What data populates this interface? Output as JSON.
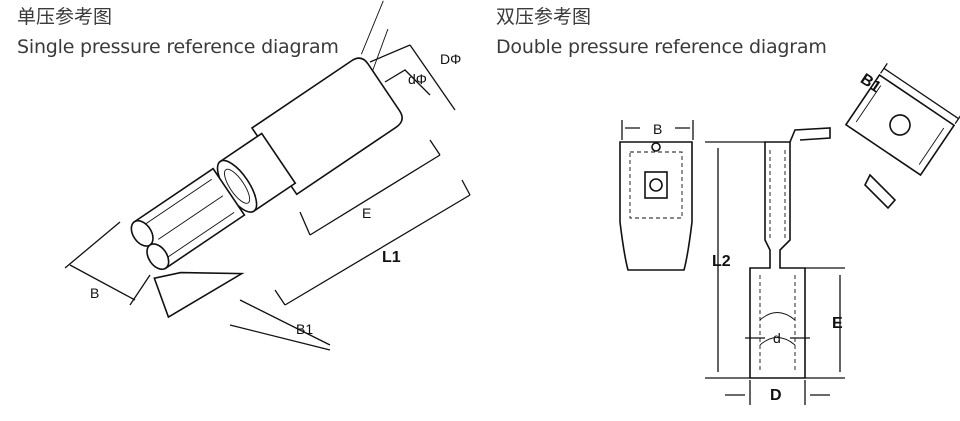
{
  "single": {
    "title_zh": "单压参考图",
    "title_en": "Single pressure reference diagram",
    "labels": {
      "D": "DΦ",
      "d": "dΦ",
      "E": "E",
      "L1": "L1",
      "B": "B",
      "B1": "B1"
    }
  },
  "double": {
    "title_zh": "双压参考图",
    "title_en": "Double pressure reference diagram",
    "labels": {
      "B": "B",
      "B1": "B1",
      "L2": "L2",
      "E": "E",
      "d": "d",
      "D": "D"
    }
  }
}
